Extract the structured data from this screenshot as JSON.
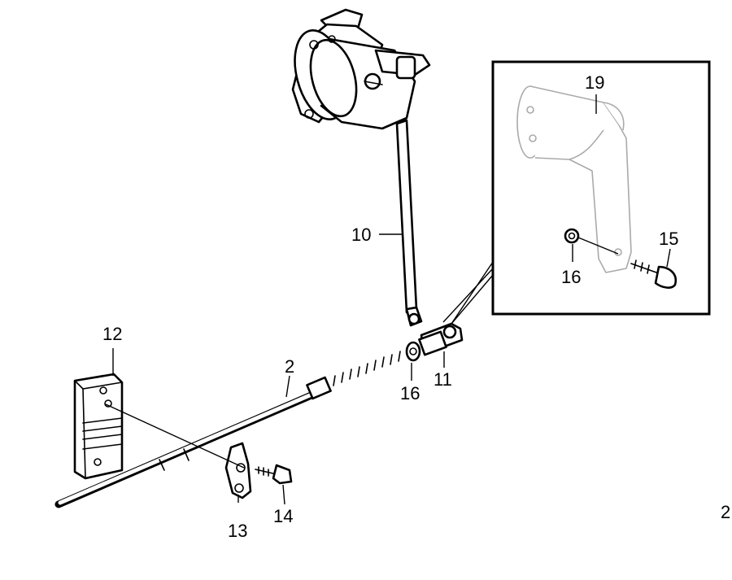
{
  "diagram": {
    "part_labels": {
      "cable": "2",
      "rod": "10",
      "clevis": "11",
      "bracket_plate": "12",
      "clamp": "13",
      "clamp_bolt": "14",
      "lever_bolt": "15",
      "nut_main": "16",
      "nut_detail": "16",
      "lever_arm": "19"
    },
    "corner_mark": "2"
  }
}
